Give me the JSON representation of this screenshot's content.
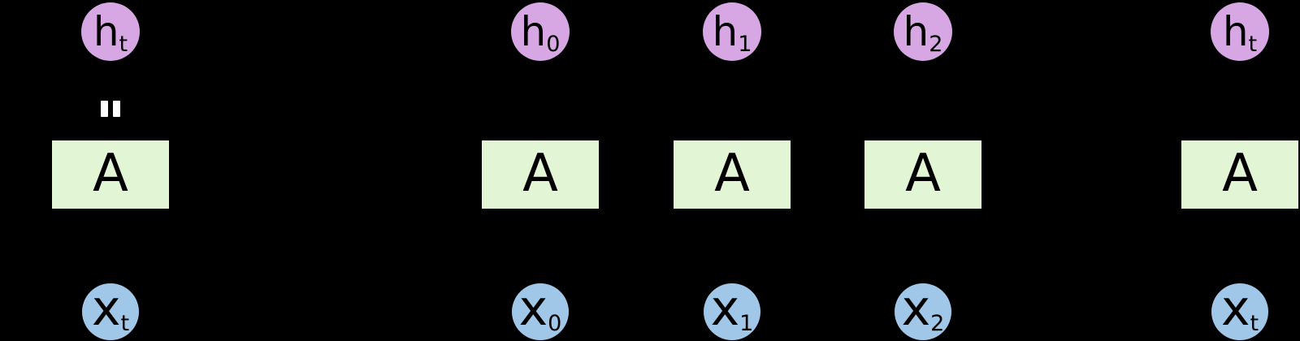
{
  "colors": {
    "background": "#000000",
    "hidden_node_fill": "#D6A7E3",
    "input_node_fill": "#A0C6E8",
    "cell_fill": "#E2F5D5",
    "label_text": "#000000",
    "equals_mark": "#FFFFFF"
  },
  "columns": [
    {
      "h": {
        "base": "h",
        "sub": "t"
      },
      "cell": "A",
      "x": {
        "base": "x",
        "sub": "t"
      }
    },
    {
      "h": {
        "base": "h",
        "sub": "0"
      },
      "cell": "A",
      "x": {
        "base": "x",
        "sub": "0"
      }
    },
    {
      "h": {
        "base": "h",
        "sub": "1"
      },
      "cell": "A",
      "x": {
        "base": "x",
        "sub": "1"
      }
    },
    {
      "h": {
        "base": "h",
        "sub": "2"
      },
      "cell": "A",
      "x": {
        "base": "x",
        "sub": "2"
      }
    },
    {
      "h": {
        "base": "h",
        "sub": "t"
      },
      "cell": "A",
      "x": {
        "base": "x",
        "sub": "t"
      }
    }
  ]
}
